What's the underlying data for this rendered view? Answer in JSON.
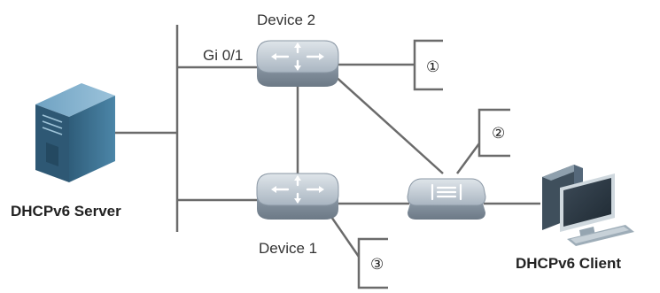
{
  "diagram": {
    "labels": {
      "device2": "Device 2",
      "device1": "Device 1",
      "port": "Gi 0/1",
      "server": "DHCPv6 Server",
      "client": "DHCPv6 Client",
      "marker1": "①",
      "marker2": "②",
      "marker3": "③"
    },
    "colors": {
      "line": "#6b6b6b",
      "device_top": "#b9c3cd",
      "device_side": "#8794a1",
      "server_body": "#3d6f8e",
      "client_body": "#4a5b6a"
    },
    "icons": {
      "device2": "router-icon",
      "device1": "router-icon",
      "middle": "switch-icon",
      "server": "server-tower-icon",
      "client": "desktop-pc-icon"
    }
  }
}
